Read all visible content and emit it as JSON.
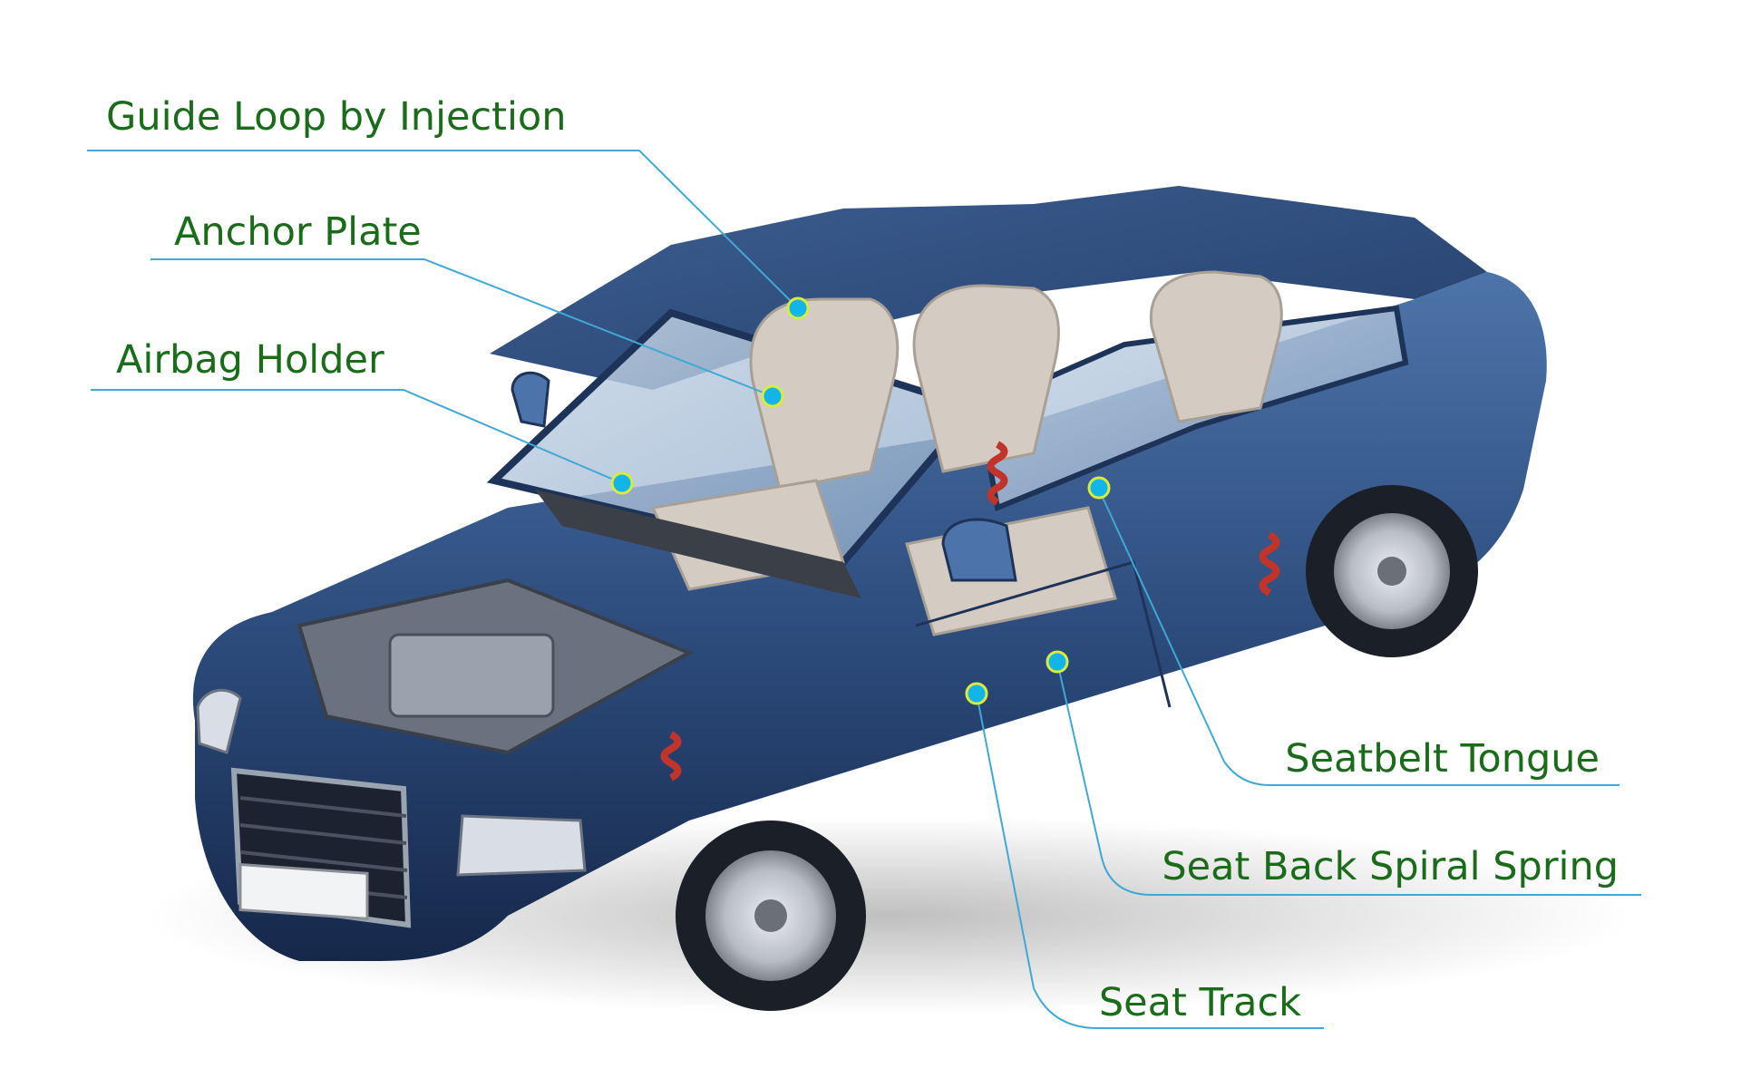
{
  "colors": {
    "label_text": "#1a6b1a",
    "leader_line": "#3fa9d4",
    "marker_fill": "#13b4ea",
    "marker_ring": "#d9ec3a",
    "body_paint": "#2b4a7a",
    "body_paint_light": "#4d74aa",
    "body_paint_dark": "#16284a",
    "interior": "#d4ccc2",
    "glass": "#a9c2dc",
    "tire": "#1b1f28",
    "rim": "#c9ccd2",
    "spring": "#c0342c"
  },
  "labels": {
    "guide_loop": "Guide Loop by Injection",
    "anchor_plate": "Anchor Plate",
    "airbag_holder": "Airbag Holder",
    "seatbelt_tongue": "Seatbelt Tongue",
    "seat_back_spring": "Seat Back Spiral Spring",
    "seat_track": "Seat Track"
  },
  "icons": {
    "car": "car-cutaway-illustration",
    "marker": "hotspot-dot-icon"
  }
}
